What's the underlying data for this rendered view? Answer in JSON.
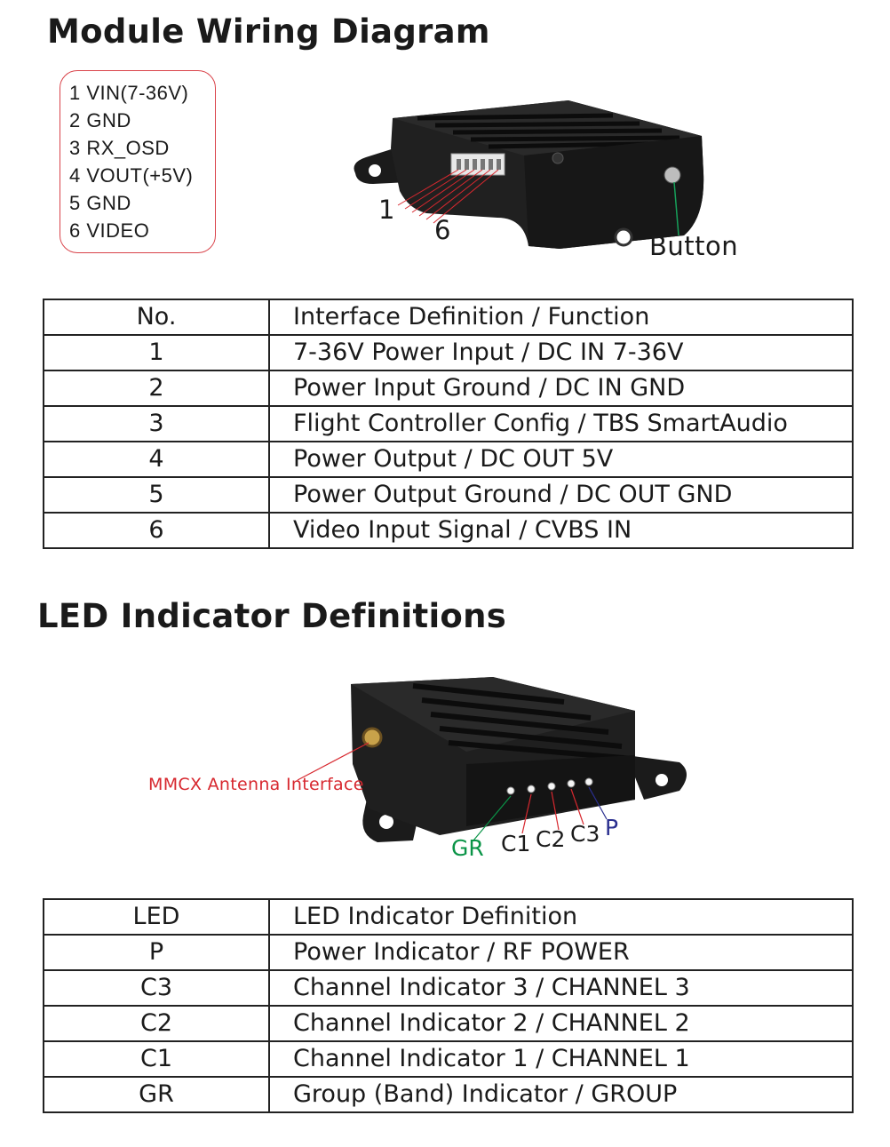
{
  "wiring": {
    "title": "Module Wiring Diagram",
    "pins": [
      "1 VIN(7-36V)",
      "2 GND",
      "3 RX_OSD",
      "4 VOUT(+5V)",
      "5 GND",
      "6 VIDEO"
    ],
    "callout_pin1": "1",
    "callout_pin6": "6",
    "callout_button": "Button"
  },
  "interface_table": {
    "header": {
      "no": "No.",
      "definition": "Interface Definition / Function"
    },
    "rows": [
      {
        "no": "1",
        "definition": "7-36V Power Input / DC IN 7-36V"
      },
      {
        "no": "2",
        "definition": "Power Input Ground / DC IN GND"
      },
      {
        "no": "3",
        "definition": "Flight Controller Config / TBS SmartAudio"
      },
      {
        "no": "4",
        "definition": "Power Output / DC OUT 5V"
      },
      {
        "no": "5",
        "definition": "Power Output Ground / DC OUT GND"
      },
      {
        "no": "6",
        "definition": "Video Input Signal / CVBS IN"
      }
    ]
  },
  "led": {
    "title": "LED Indicator Definitions",
    "antenna_label": "MMCX  Antenna Interface",
    "labels": {
      "gr": "GR",
      "c1": "C1",
      "c2": "C2",
      "c3": "C3",
      "p": "P"
    }
  },
  "led_table": {
    "header": {
      "led": "LED",
      "definition": "LED Indicator Definition"
    },
    "rows": [
      {
        "led": "P",
        "definition": "Power Indicator / RF POWER"
      },
      {
        "led": "C3",
        "definition": "Channel Indicator 3 / CHANNEL 3"
      },
      {
        "led": "C2",
        "definition": "Channel Indicator 2 / CHANNEL 2"
      },
      {
        "led": "C1",
        "definition": "Channel Indicator 1 / CHANNEL 1"
      },
      {
        "led": "GR",
        "definition": "Group (Band) Indicator / GROUP"
      }
    ]
  },
  "colors": {
    "pin_box_border": "#d9434a",
    "antenna_label": "#d7282f",
    "gr_label": "#0a9447",
    "p_label": "#2a2f8f",
    "button_line": "#17a05a"
  }
}
